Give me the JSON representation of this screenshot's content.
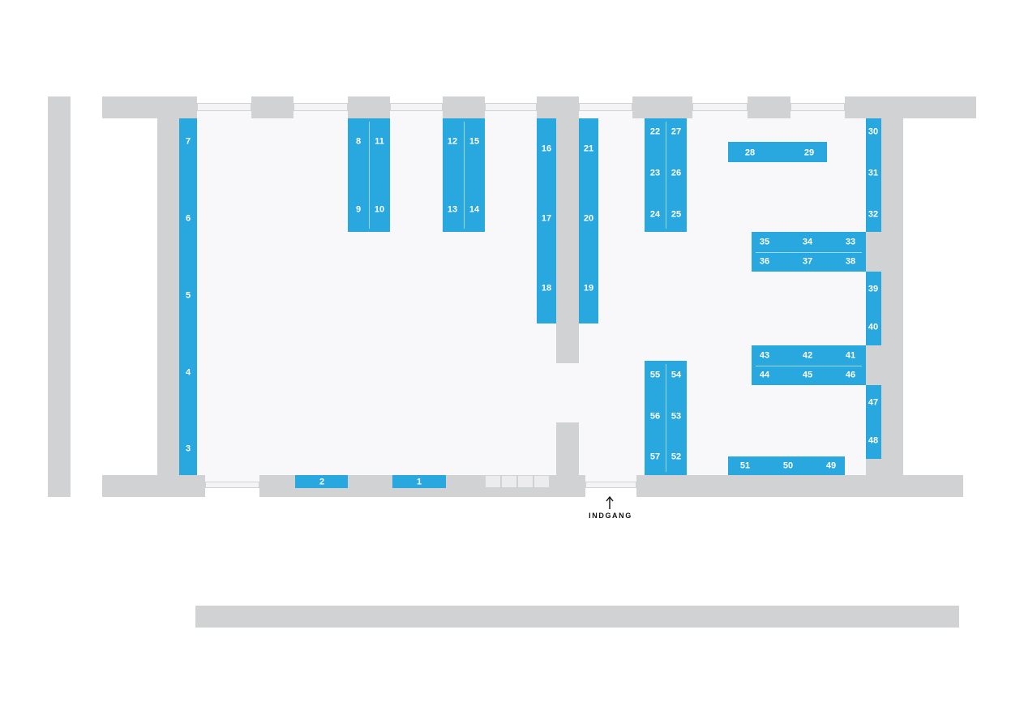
{
  "booth_labels": [
    "1",
    "2",
    "3",
    "4",
    "5",
    "6",
    "7",
    "8",
    "9",
    "10",
    "11",
    "12",
    "13",
    "14",
    "15",
    "16",
    "17",
    "18",
    "19",
    "20",
    "21",
    "22",
    "23",
    "24",
    "25",
    "26",
    "27",
    "28",
    "29",
    "30",
    "31",
    "32",
    "33",
    "34",
    "35",
    "36",
    "37",
    "38",
    "39",
    "40",
    "41",
    "42",
    "43",
    "44",
    "45",
    "46",
    "47",
    "48",
    "49",
    "50",
    "51",
    "52",
    "53",
    "54",
    "55",
    "56",
    "57"
  ],
  "entrance": {
    "label": "INDGANG"
  },
  "icons": {
    "entrance_arrow": "arrow-up-icon"
  },
  "colors": {
    "booth": "#29a8e0",
    "wall": "#d1d2d4",
    "floor": "#f8f8fb",
    "label": "#ffffff"
  }
}
